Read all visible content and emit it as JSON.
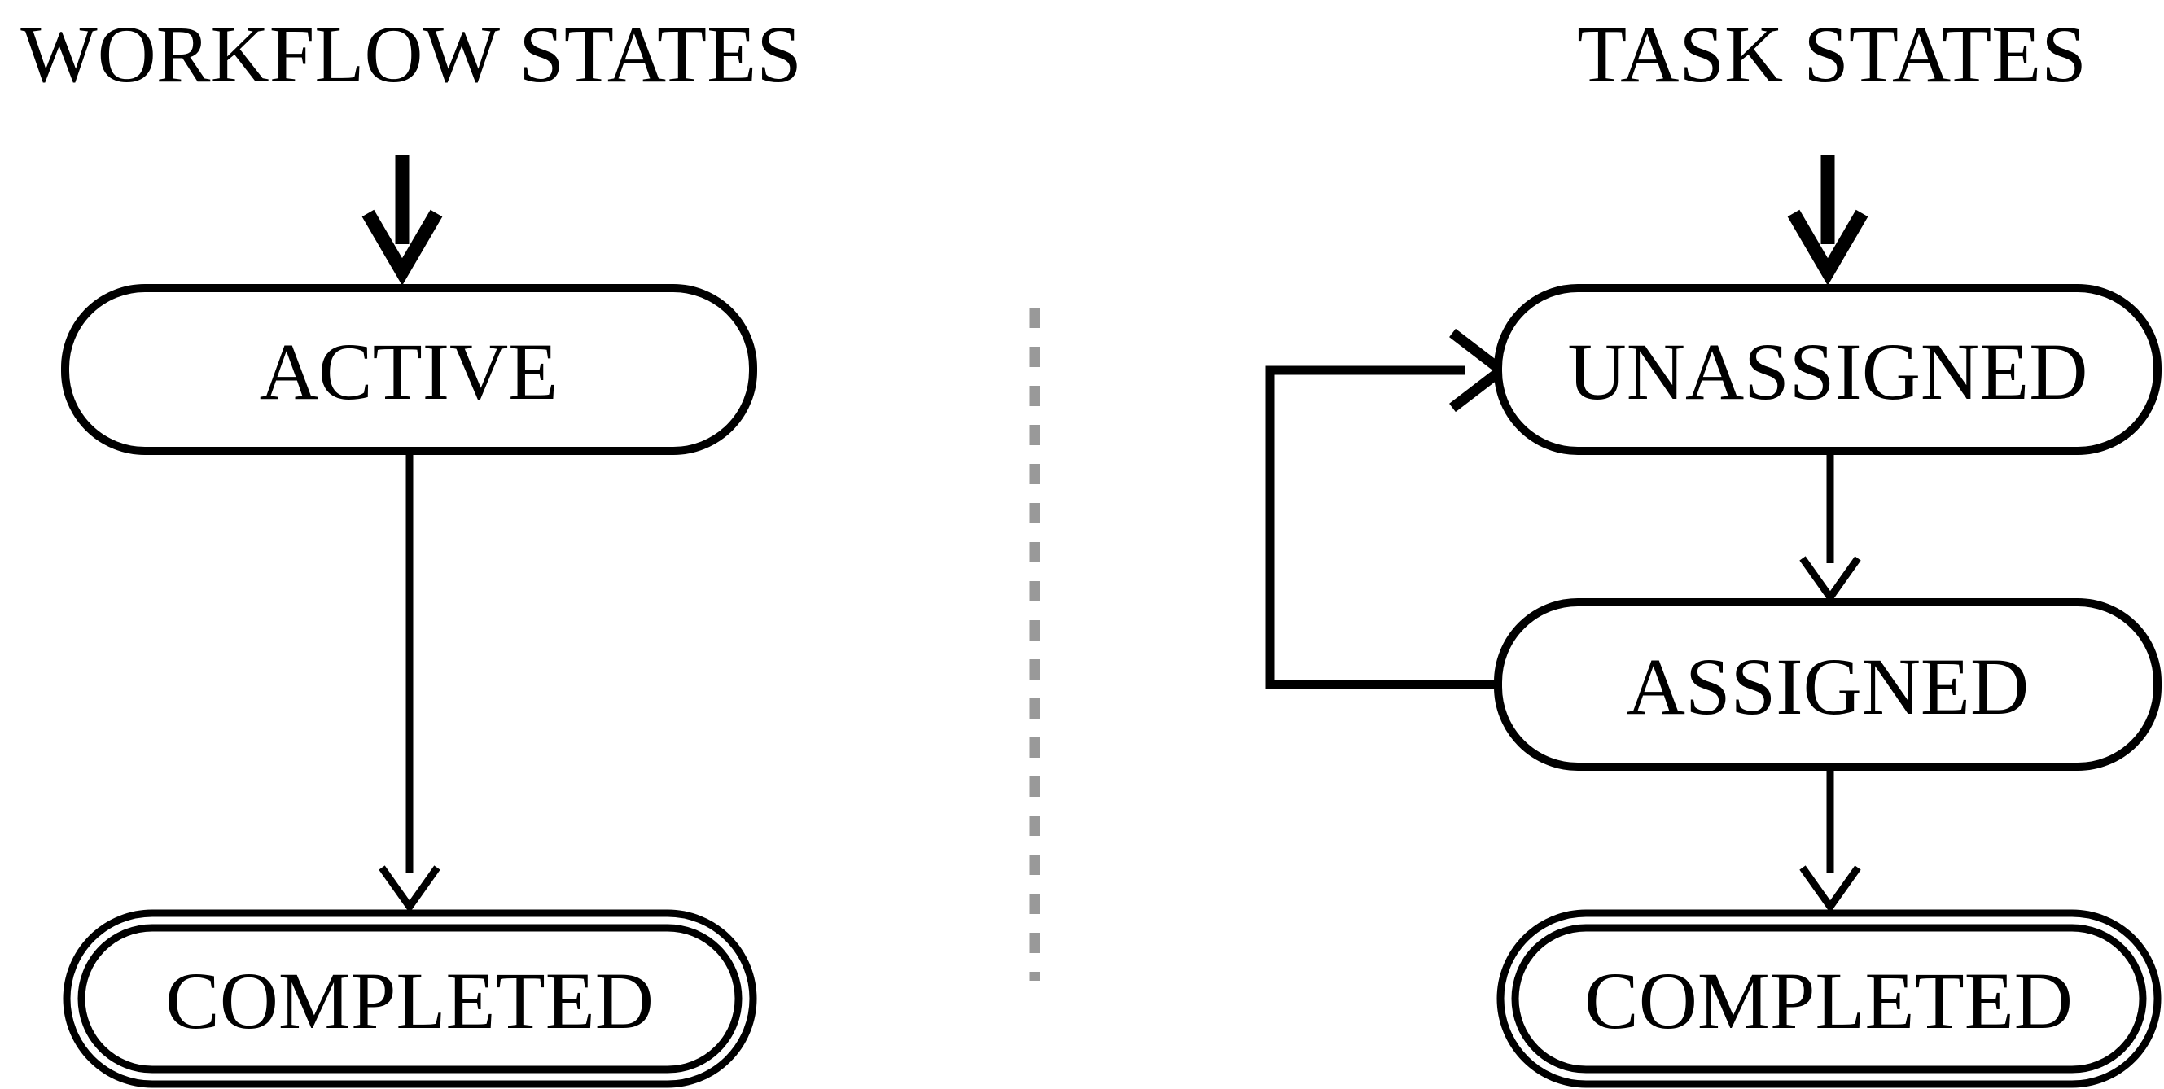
{
  "colors": {
    "ink": "#000000",
    "background": "#ffffff",
    "divider": "#999999"
  },
  "left_diagram": {
    "title": "WORKFLOW STATES",
    "states": [
      {
        "label": "ACTIVE",
        "kind": "initial-target"
      },
      {
        "label": "COMPLETED",
        "kind": "final"
      }
    ],
    "transitions": [
      {
        "from": "(start)",
        "to": "ACTIVE"
      },
      {
        "from": "ACTIVE",
        "to": "COMPLETED"
      }
    ]
  },
  "right_diagram": {
    "title": "TASK STATES",
    "states": [
      {
        "label": "UNASSIGNED",
        "kind": "initial-target"
      },
      {
        "label": "ASSIGNED",
        "kind": "normal"
      },
      {
        "label": "COMPLETED",
        "kind": "final"
      }
    ],
    "transitions": [
      {
        "from": "(start)",
        "to": "UNASSIGNED"
      },
      {
        "from": "UNASSIGNED",
        "to": "ASSIGNED"
      },
      {
        "from": "ASSIGNED",
        "to": "UNASSIGNED"
      },
      {
        "from": "ASSIGNED",
        "to": "COMPLETED"
      }
    ]
  }
}
